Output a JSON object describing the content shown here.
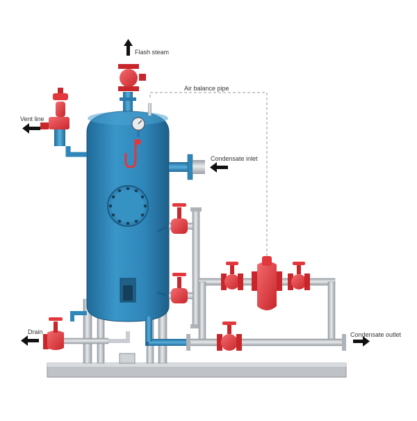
{
  "labels": {
    "flash_steam": "Flash steam",
    "air_balance_pipe": "Air balance pipe",
    "vent_line": "Vent line",
    "condensate_inlet": "Condensate inlet",
    "drain": "Drain",
    "condensate_outlet": "Condensate outlet"
  },
  "colors": {
    "vessel": "#2f86b9",
    "vessel_shadow": "#1d5f8a",
    "valve_red": "#e2383d",
    "pipe_grey": "#c9cdd2",
    "frame_grey": "#aeb3b8",
    "arrow": "#111111"
  },
  "icons": {
    "pressure_gauge": "pressure-gauge-icon",
    "safety_valve": "safety-valve-icon",
    "steam_trap": "steam-trap-icon",
    "isolation_valve": "globe-valve-icon",
    "sight_glass": "level-gauge-icon"
  }
}
